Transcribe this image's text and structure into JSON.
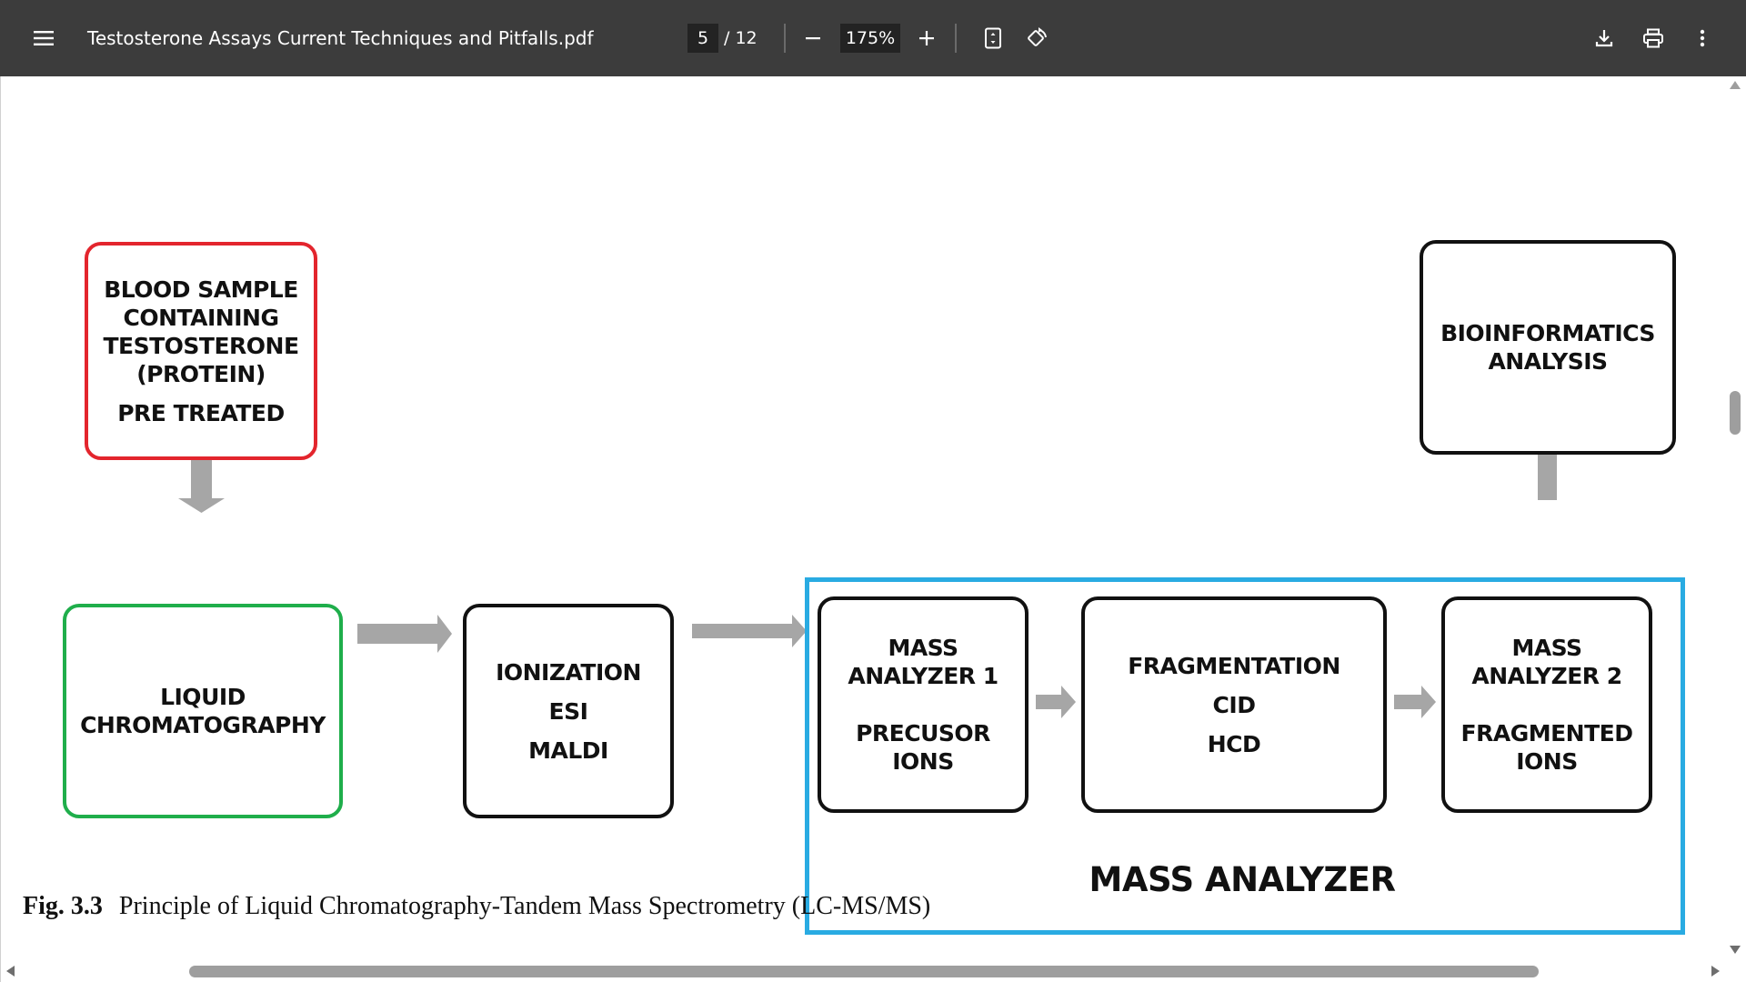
{
  "toolbar": {
    "title": "Testosterone Assays Current Techniques and Pitfalls.pdf",
    "page_current": "5",
    "page_total": "/ 12",
    "zoom": "175%",
    "icons": {
      "menu": "hamburger-menu-icon",
      "zoom_out": "minus-icon",
      "zoom_in": "plus-icon",
      "fit": "fit-page-icon",
      "rotate": "rotate-icon",
      "download": "download-icon",
      "print": "print-icon",
      "more": "more-vertical-icon"
    }
  },
  "diagram": {
    "blood_sample": {
      "lines": [
        "BLOOD SAMPLE",
        "CONTAINING",
        "TESTOSTERONE",
        "(PROTEIN)"
      ],
      "extra": "PRE TREATED"
    },
    "liquid_chromatography": {
      "lines": [
        "LIQUID",
        "CHROMATOGRAPHY"
      ]
    },
    "ionization": {
      "title": "IONIZATION",
      "items": [
        "ESI",
        "MALDI"
      ]
    },
    "mass_analyzer_1": {
      "title": [
        "MASS",
        "ANALYZER 1"
      ],
      "sub": [
        "PRECUSOR",
        "IONS"
      ]
    },
    "fragmentation": {
      "title": "FRAGMENTATION",
      "items": [
        "CID",
        "HCD"
      ]
    },
    "mass_analyzer_2": {
      "title": [
        "MASS",
        "ANALYZER 2"
      ],
      "sub": [
        "FRAGMENTED",
        "IONS"
      ]
    },
    "bioinformatics": {
      "lines": [
        "BIOINFORMATICS",
        "ANALYSIS"
      ]
    },
    "mass_analyzer_group_label": "MASS ANALYZER",
    "colors": {
      "blood_border": "#e3252d",
      "lc_border": "#1fae4b",
      "mass_frame": "#29abe2",
      "arrow": "#a6a6a6"
    }
  },
  "caption": {
    "figure_number": "Fig. 3.3",
    "text": "Principle of Liquid Chromatography-Tandem Mass Spectrometry (LC-MS/MS)"
  }
}
